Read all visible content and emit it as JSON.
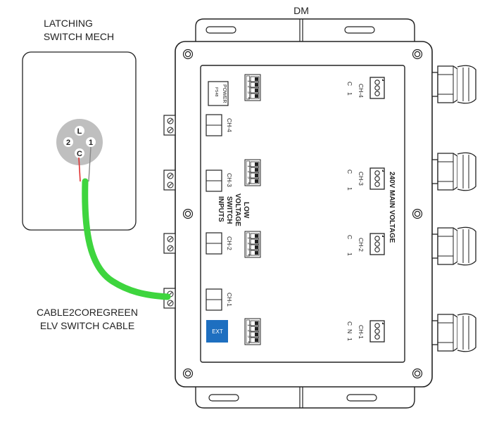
{
  "labels": {
    "top": "DM",
    "mech_line1": "LATCHING",
    "mech_line2": "SWITCH MECH",
    "cable_line1": "CABLE2COREGREEN",
    "cable_line2": "ELV SWITCH CABLE",
    "power_line1": "POWER",
    "power_line2": "PS48",
    "low_voltage_line1": "LOW",
    "low_voltage_line2": "VOLTAGE",
    "low_voltage_line3": "SWITCH",
    "low_voltage_line4": "INPUTS",
    "main_voltage": "240V MAIN VOLTAGE",
    "ext": "EXT"
  },
  "mech_terminals": {
    "l": "L",
    "one": "1",
    "two": "2",
    "c": "C"
  },
  "dip": {
    "n1": "1",
    "n2": "2",
    "n3": "3",
    "n4": "4"
  },
  "input_channels": {
    "ch4": "CH-4",
    "ch3": "CH-3",
    "ch2": "CH-2",
    "ch1": "CH-1"
  },
  "output_channels": {
    "ch4": "CH-4",
    "ch3": "CH-3",
    "ch2": "CH-2",
    "ch1": "CH-1",
    "c": "C",
    "one": "1",
    "n": "N"
  },
  "colors": {
    "cable_green": "#3ed53e",
    "wire_red": "#e03030",
    "ext_blue": "#1e6fc0",
    "outline": "#222222"
  }
}
